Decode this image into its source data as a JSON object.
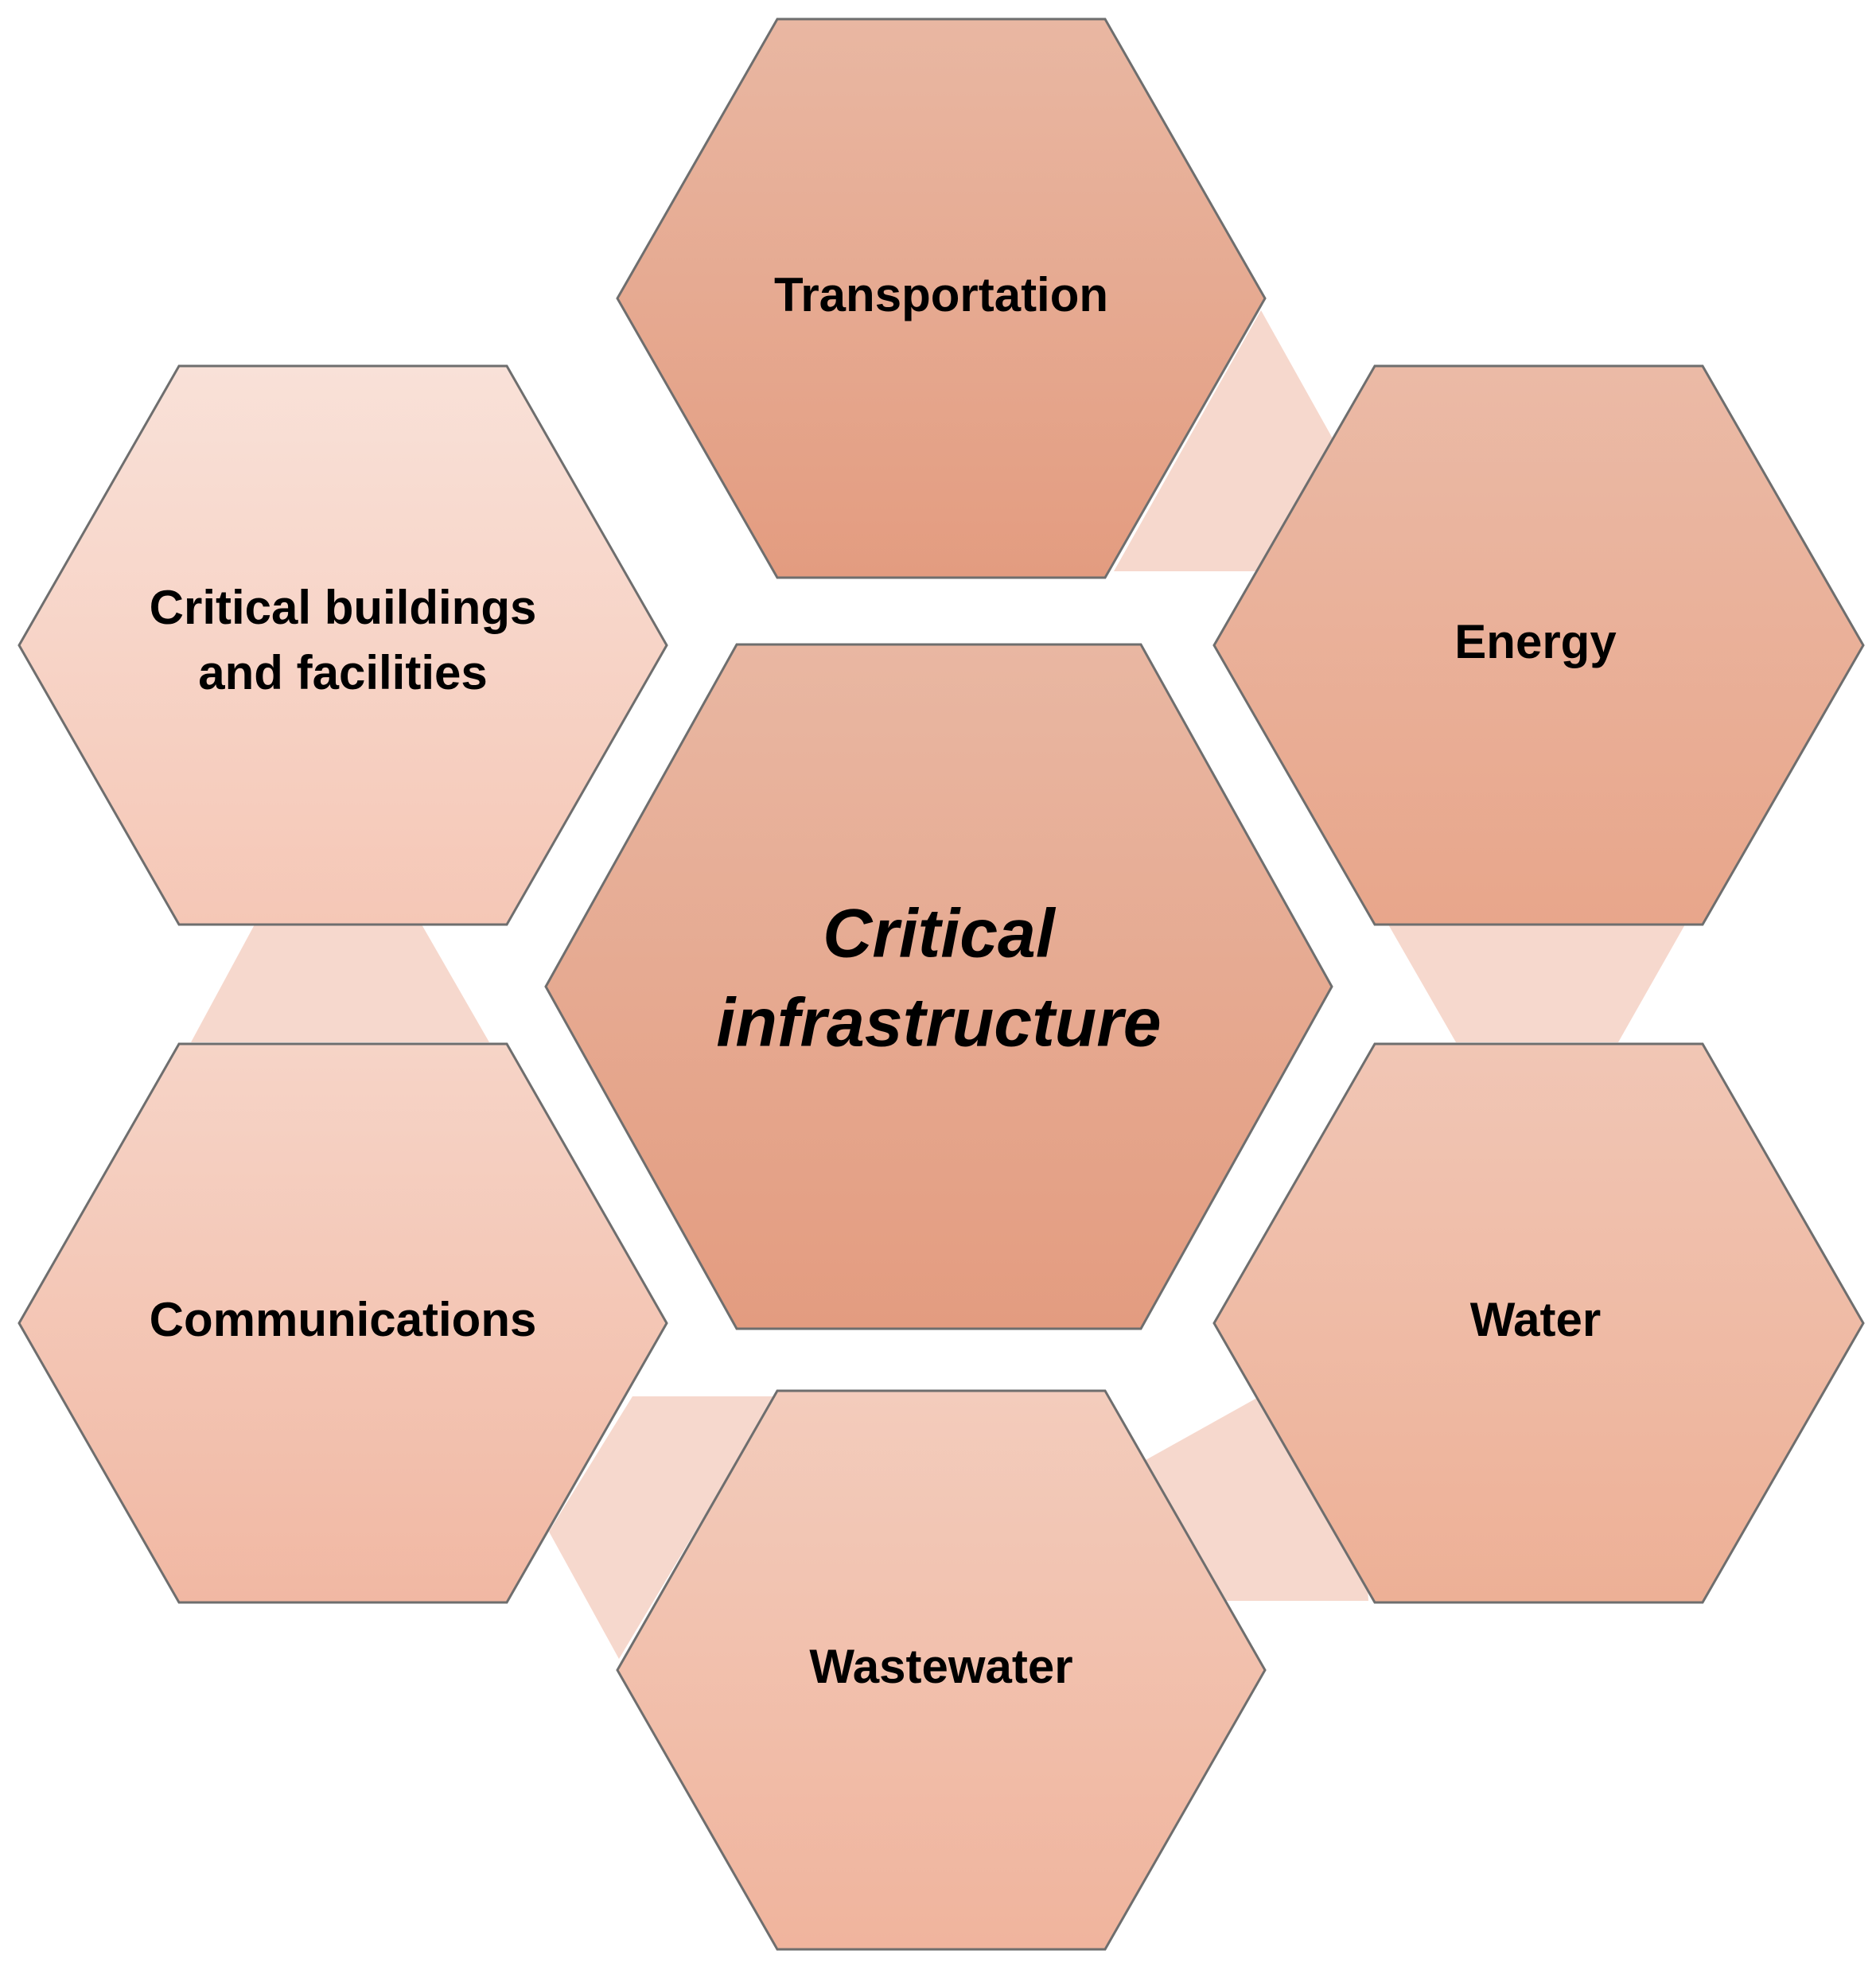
{
  "center": {
    "line1": "Critical",
    "line2": "infrastructure"
  },
  "nodes": {
    "transportation": {
      "label": "Transportation"
    },
    "energy": {
      "label": "Energy"
    },
    "water": {
      "label": "Water"
    },
    "wastewater": {
      "label": "Wastewater"
    },
    "communications": {
      "label": "Communications"
    },
    "critical_buildings": {
      "line1": "Critical buildings",
      "line2": "and facilities"
    }
  },
  "colors": {
    "hex_dark_top": "#e8b6a1",
    "hex_dark_bottom": "#e39d82",
    "hex_mid_top": "#f0c4b1",
    "hex_mid_bottom": "#efb49c",
    "hex_light_top": "#f8ddd3",
    "hex_light_bottom": "#f4c4b3",
    "connector": "#f6d8cd",
    "outline": "#6e6e6e"
  }
}
